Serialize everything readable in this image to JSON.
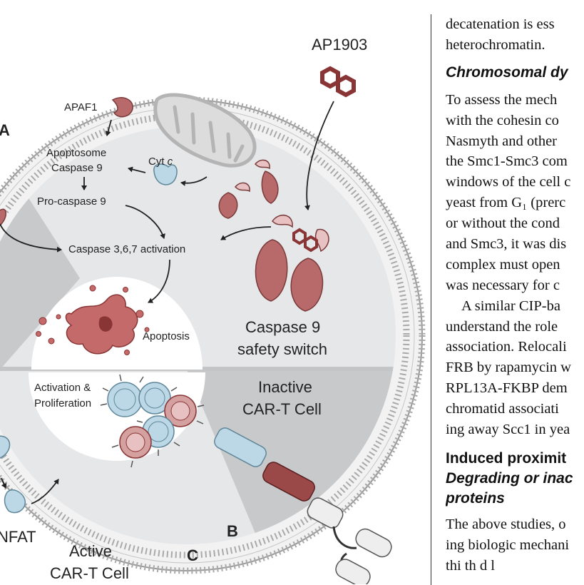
{
  "figure": {
    "labels": {
      "ap1903": "AP1903",
      "apaf1": "APAF1",
      "apoptosome": "Apoptosome",
      "caspase9": "Caspase 9",
      "cytc_prefix": "Cyt ",
      "cytc_italic": "c",
      "pro_caspase9": "Pro-caspase 9",
      "caspase_activation": "Caspase 3,6,7 activation",
      "apoptosis": "Apoptosis",
      "switch_line1": "Caspase 9",
      "switch_line2": "safety switch",
      "activation_line1": "Activation &",
      "activation_line2": "Proliferation",
      "inactive_line1": "Inactive",
      "inactive_line2": "CAR-T Cell",
      "active_line1": "Active",
      "active_line2": "CAR-T Cell",
      "nfat": "NFAT"
    },
    "panel_letters": {
      "a": "A",
      "b": "B",
      "c": "C"
    },
    "colors": {
      "membrane": "#888888",
      "cytoplasm": "#e6e7e9",
      "dark_sector": "#c8c9cb",
      "protein_red": "#b86a6a",
      "protein_red_light": "#e8c2c2",
      "protein_blue": "#bcd8e6",
      "dark_red": "#8a3535",
      "apoptotic_red": "#c46a6a"
    }
  },
  "article": {
    "lines_top": [
      "decatenation is ess",
      "heterochromatin."
    ],
    "heading1": "Chromosomal dy",
    "para1": [
      "To assess the mech",
      "with the cohesin co",
      "Nasmyth and other",
      "the Smc1-Smc3 com",
      "windows of the cell c",
      "yeast from G₁ (prerc",
      "or without the cond",
      "and Smc3, it was dis",
      "complex must open",
      "was necessary for c"
    ],
    "para2": [
      "A similar CIP-ba",
      "understand the role",
      "association. Relocali",
      "FRB by rapamycin w",
      "RPL13A-FKBP dem",
      "chromatid associati",
      "ing away Scc1 in yea"
    ],
    "heading2": [
      "Induced proximit",
      "Degrading or inac",
      "proteins"
    ],
    "para3": [
      "The above studies, o",
      "ing biologic mechani",
      "thi  th d l"
    ]
  }
}
